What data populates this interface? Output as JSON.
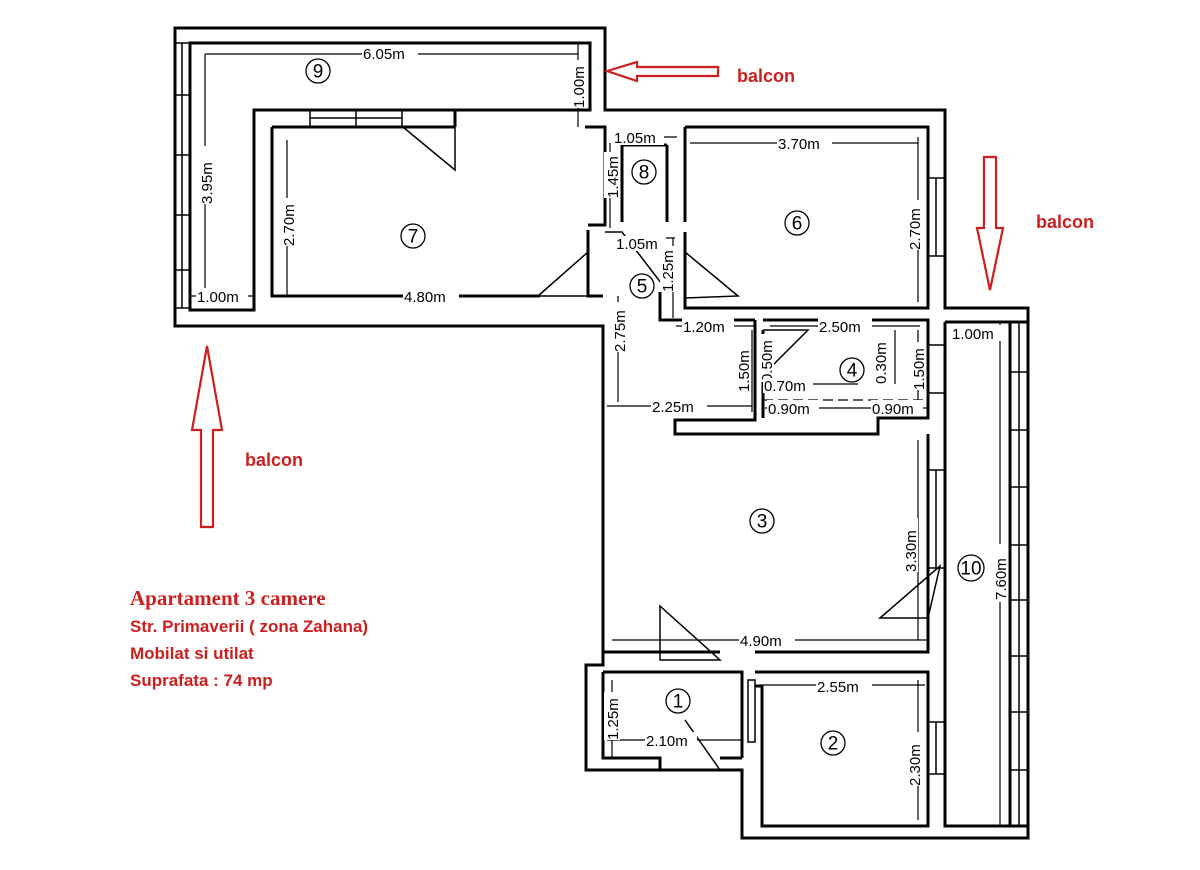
{
  "listing": {
    "title": "Apartament 3 camere",
    "address": "Str. Primaverii ( zona Zahana)",
    "features": "Mobilat si utilat",
    "area": "Suprafata : 74 mp"
  },
  "balcony_label": "balcon",
  "colors": {
    "accent": "#cc1f1f",
    "lines": "#000000"
  },
  "rooms": [
    "1",
    "2",
    "3",
    "4",
    "5",
    "6",
    "7",
    "8",
    "9",
    "10"
  ],
  "dimensions": {
    "d9_width": "6.05m",
    "d9_depth": "1.00m",
    "d9_height": "3.95m",
    "d7_height": "2.70m",
    "d7_balcony": "1.00m",
    "d7_width": "4.80m",
    "d8_width": "1.05m",
    "d8_height": "1.45m",
    "d8_door": "1.05m",
    "d5_height": "1.25m",
    "d6_width": "3.70m",
    "d6_height": "2.70m",
    "d_hall_height": "2.75m",
    "d_hall_width": "2.25m",
    "d_120": "1.20m",
    "d_150a": "1.50m",
    "d_050": "0.50m",
    "d4_width": "2.50m",
    "d_070": "0.70m",
    "d4_030": "0.30m",
    "d4_150": "1.50m",
    "d_090a": "0.90m",
    "d_090b": "0.90m",
    "d10_width": "1.00m",
    "d10_height": "7.60m",
    "d3_height": "3.30m",
    "d3_width": "4.90m",
    "d1_height": "1.25m",
    "d1_width": "2.10m",
    "d2_width": "2.55m",
    "d2_height": "2.30m"
  }
}
